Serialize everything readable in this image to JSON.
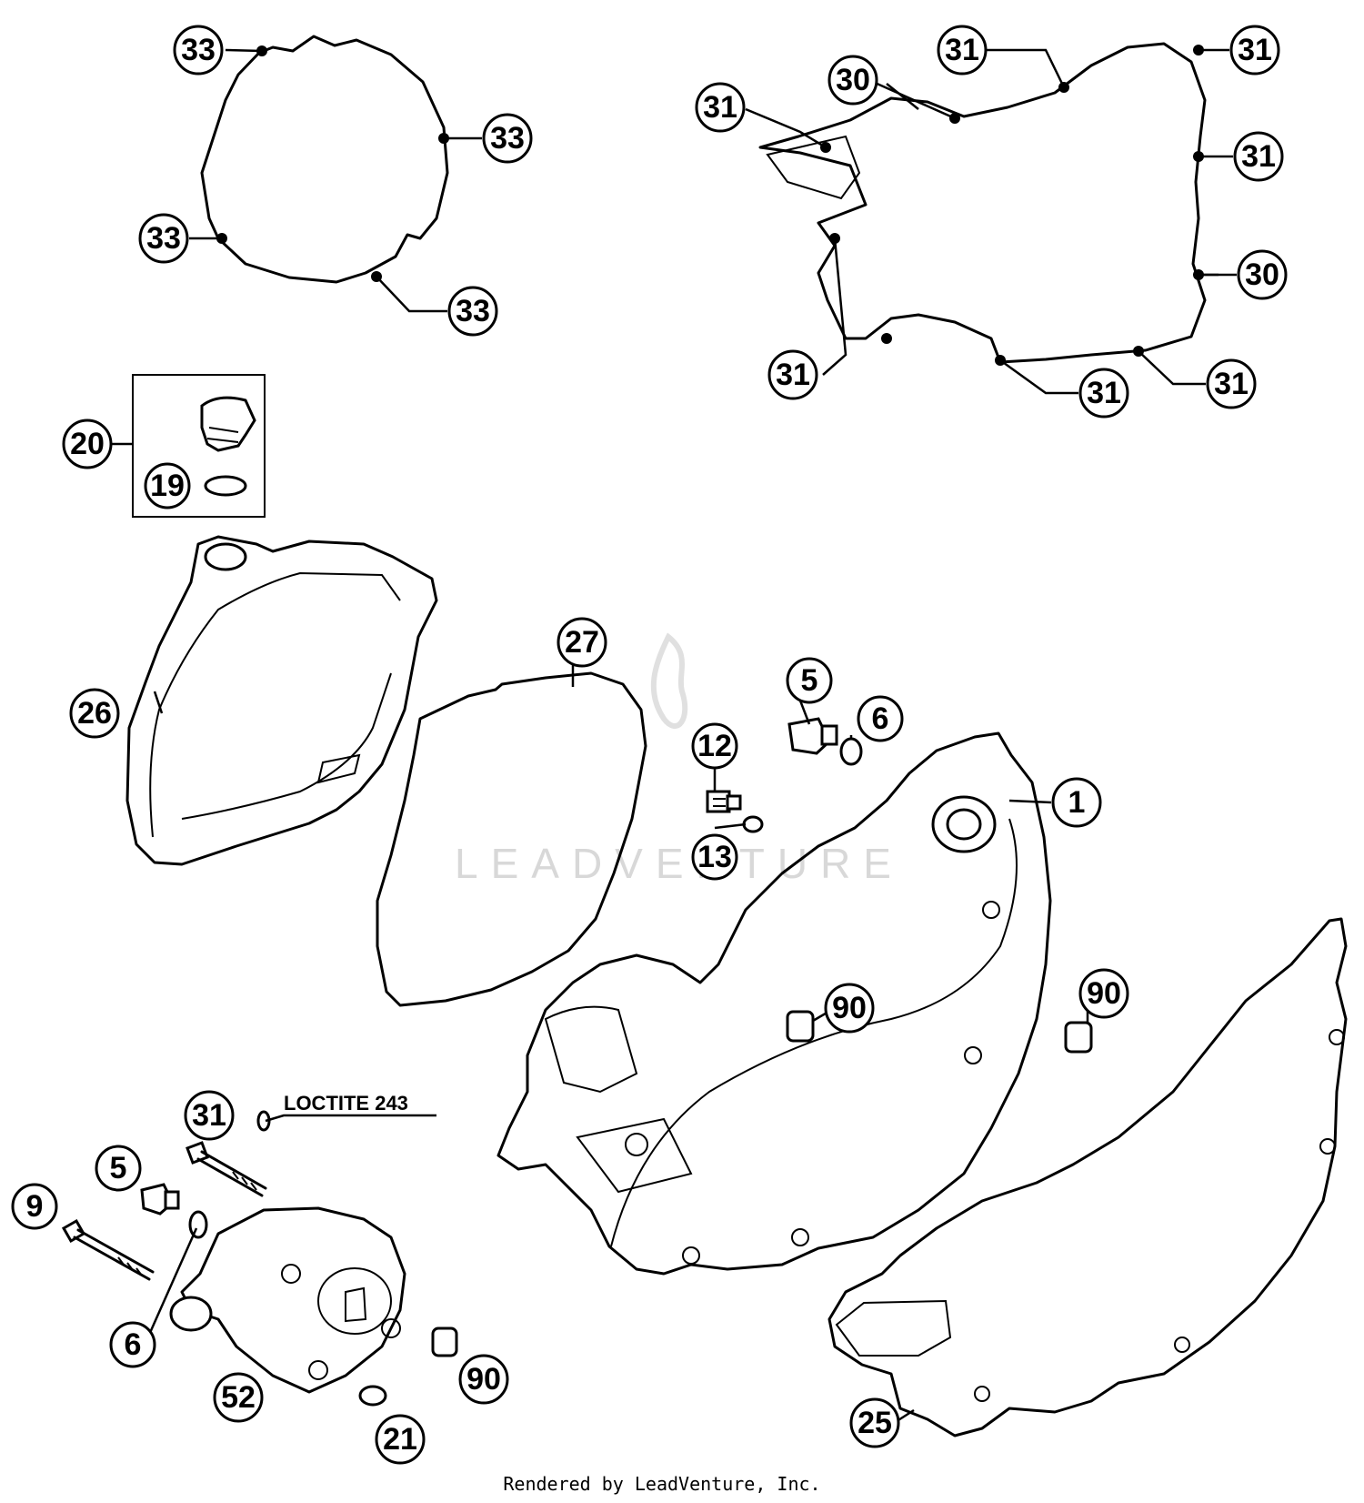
{
  "watermark": "LEADVENTURE",
  "credit": "Rendered by LeadVenture, Inc.",
  "note": "LOCTITE 243",
  "callouts": {
    "c1": "1",
    "c5a": "5",
    "c5b": "5",
    "c6a": "6",
    "c6b": "6",
    "c9": "9",
    "c12": "12",
    "c13": "13",
    "c19": "19",
    "c20": "20",
    "c21": "21",
    "c25": "25",
    "c26": "26",
    "c27": "27",
    "c30a": "30",
    "c30b": "30",
    "c31a": "31",
    "c31b": "31",
    "c31c": "31",
    "c31d": "31",
    "c31e": "31",
    "c31f": "31",
    "c31g": "31",
    "c31h": "31",
    "c33a": "33",
    "c33b": "33",
    "c33c": "33",
    "c33d": "33",
    "c52": "52",
    "c90a": "90",
    "c90b": "90",
    "c90c": "90"
  }
}
